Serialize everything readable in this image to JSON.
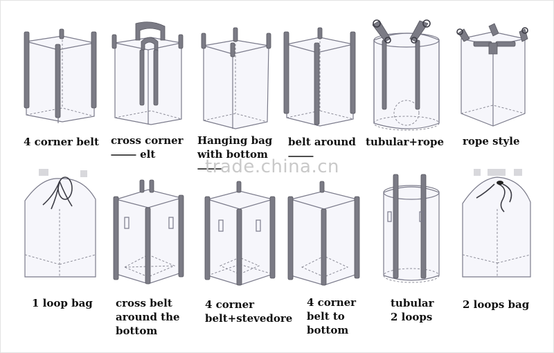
{
  "watermark": "trade.china.cn",
  "row1": [
    {
      "label": "4 corner belt",
      "icon": "four-corner-belt-bag-icon"
    },
    {
      "label": "cross corner\n⸻ elt",
      "icon": "cross-corner-belt-bag-icon"
    },
    {
      "label": "Hanging bag\nwith bottom ⸻",
      "icon": "hanging-bag-icon"
    },
    {
      "label": "belt around\n⸻",
      "icon": "belt-around-bag-icon"
    },
    {
      "label": "tubular+rope",
      "icon": "tubular-rope-bag-icon"
    },
    {
      "label": "rope style",
      "icon": "rope-style-bag-icon"
    }
  ],
  "row2": [
    {
      "label": "1 loop bag",
      "icon": "one-loop-bag-icon"
    },
    {
      "label": "cross belt\naround the\nbottom",
      "icon": "cross-belt-bottom-bag-icon"
    },
    {
      "label": "4 corner\nbelt+stevedore",
      "icon": "four-corner-stevedore-bag-icon"
    },
    {
      "label": "4 corner\nbelt to\nbottom",
      "icon": "four-corner-belt-bottom-bag-icon"
    },
    {
      "label": "tubular\n2 loops",
      "icon": "tubular-two-loops-bag-icon"
    },
    {
      "label": "2 loops bag",
      "icon": "two-loops-bag-icon"
    }
  ]
}
